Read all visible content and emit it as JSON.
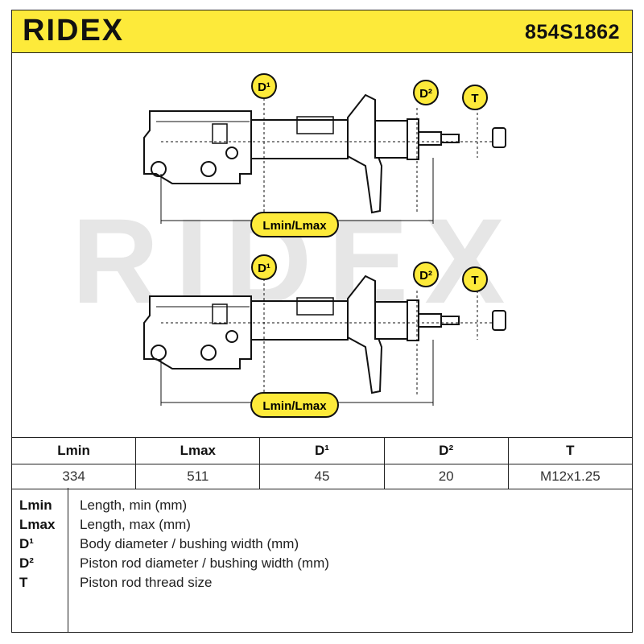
{
  "header": {
    "brand": "RIDEX",
    "part_number": "854S1862",
    "bg_color": "#fdea3a"
  },
  "diagram": {
    "watermark": "RIDEX",
    "labels": {
      "d1": "D¹",
      "d2": "D²",
      "t": "T",
      "length": "Lmin/Lmax"
    },
    "label_color": "#fdea3a"
  },
  "specs": {
    "headers": [
      "Lmin",
      "Lmax",
      "D¹",
      "D²",
      "T"
    ],
    "values": [
      "334",
      "511",
      "45",
      "20",
      "M12x1.25"
    ]
  },
  "legend": [
    {
      "key": "Lmin",
      "desc": "Length, min (mm)"
    },
    {
      "key": "Lmax",
      "desc": "Length, max (mm)"
    },
    {
      "key": "D¹",
      "desc": "Body diameter / bushing width (mm)"
    },
    {
      "key": "D²",
      "desc": "Piston rod diameter / bushing width (mm)"
    },
    {
      "key": "T",
      "desc": "Piston rod thread size"
    }
  ]
}
